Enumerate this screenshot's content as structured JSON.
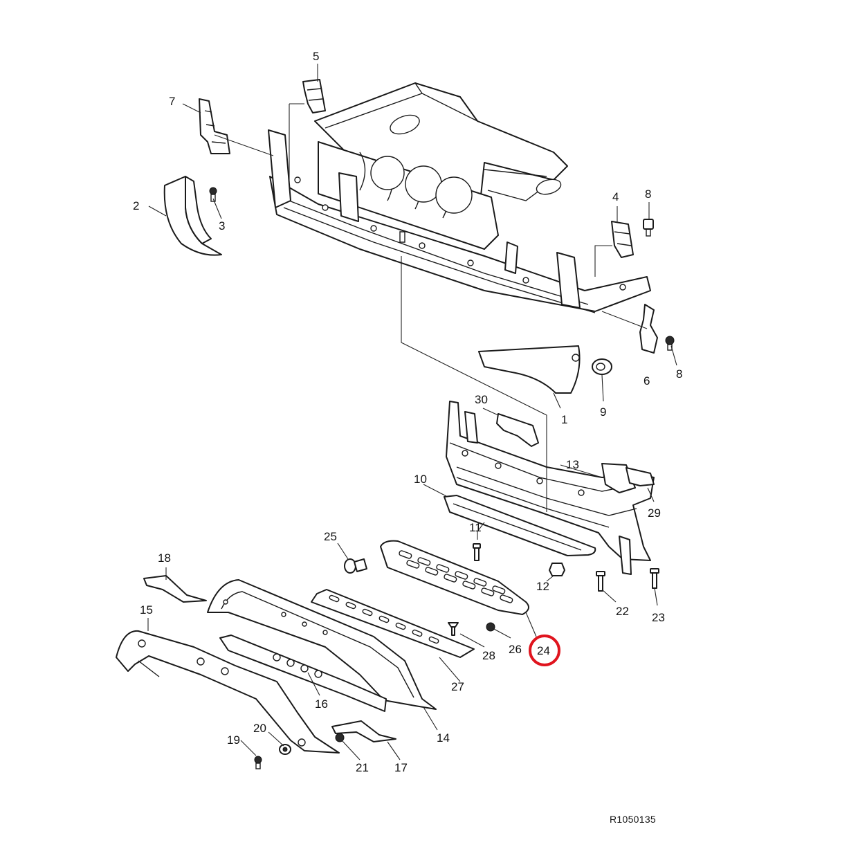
{
  "diagram": {
    "highlighted_callout": "24",
    "reference_code": "R1050135",
    "callouts": {
      "c1": "1",
      "c2": "2",
      "c3": "3",
      "c4": "4",
      "c5": "5",
      "c6": "6",
      "c7": "7",
      "c8a": "8",
      "c8b": "8",
      "c9": "9",
      "c10": "10",
      "c11": "11",
      "c12": "12",
      "c13": "13",
      "c14": "14",
      "c15": "15",
      "c16": "16",
      "c17": "17",
      "c18": "18",
      "c19": "19",
      "c20": "20",
      "c21": "21",
      "c22": "22",
      "c23": "23",
      "c24": "24",
      "c25": "25",
      "c26": "26",
      "c27": "27",
      "c28": "28",
      "c29": "29",
      "c30": "30"
    },
    "colors": {
      "line": "#1a1a1a",
      "highlight": "#e0141e",
      "background": "#ffffff"
    }
  }
}
